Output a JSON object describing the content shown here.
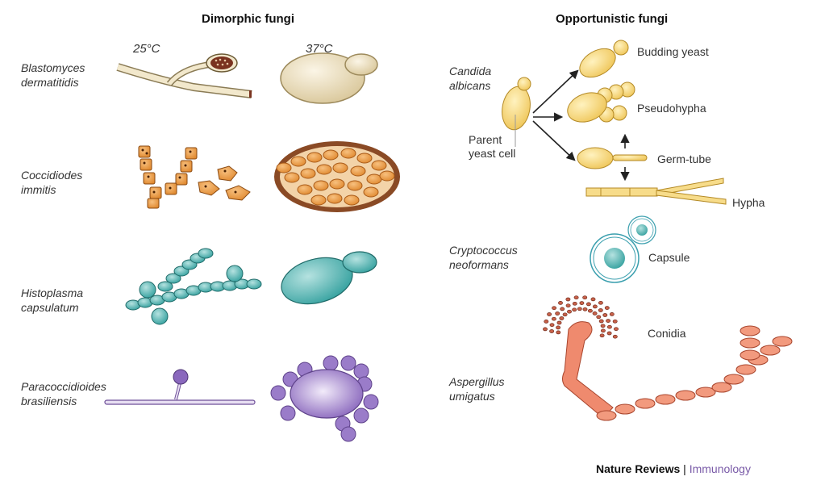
{
  "sections": {
    "dimorphic": {
      "title": "Dimorphic fungi",
      "temperatures": [
        "25°C",
        "37°C"
      ],
      "species": [
        {
          "genus": "Blastomyces",
          "epithet": "dermatitidis",
          "color": "#e6d7a6"
        },
        {
          "genus": "Coccidiodes",
          "epithet": "immitis",
          "color": "#e8913a"
        },
        {
          "genus": "Histoplasma",
          "epithet": "capsulatum",
          "color": "#3eaaa8"
        },
        {
          "genus": "Paracoccidioides",
          "epithet": "brasiliensis",
          "color": "#8e6dc0"
        }
      ]
    },
    "opportunistic": {
      "title": "Opportunistic fungi",
      "species": [
        {
          "genus": "Candida",
          "epithet": "albicans",
          "color": "#f2cf6a"
        },
        {
          "genus": "Cryptococcus",
          "epithet": "neoformans",
          "color": "#3eaaa8"
        },
        {
          "genus": "Aspergillus",
          "epithet": "umigatus",
          "color": "#e8745a"
        }
      ],
      "candida_labels": {
        "parent_line1": "Parent",
        "parent_line2": "yeast cell",
        "budding": "Budding yeast",
        "pseudohypha": "Pseudohypha",
        "germ_tube": "Germ-tube",
        "hypha": "Hypha"
      },
      "cryptococcus_label": "Capsule",
      "aspergillus_label": "Conidia"
    }
  },
  "credit": {
    "journal": "Nature Reviews",
    "separator": "|",
    "subject": "Immunology"
  }
}
